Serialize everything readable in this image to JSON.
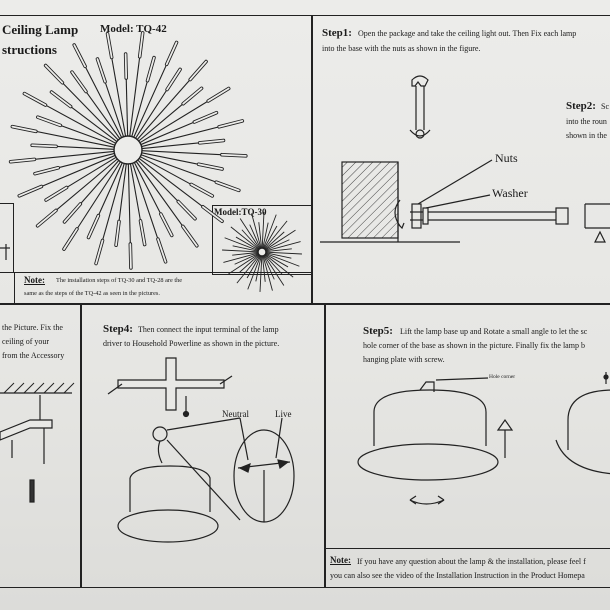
{
  "header": {
    "title_line1": "Ceiling Lamp",
    "title_line2": "structions",
    "model_main": "Model: TQ-42",
    "model_small": "Model:TQ-30"
  },
  "note_top": {
    "label": "Note:",
    "line1": "The installation steps of TQ-30 and TQ-28 are the",
    "line2": "same as the steps of the TQ-42 as seen in the pictures."
  },
  "step1": {
    "label": "Step1:",
    "line1": "Open the package and take the ceiling light out. Then Fix each lamp",
    "line2": "into the base with the nuts as shown in the figure.",
    "callout_nuts": "Nuts",
    "callout_washer": "Washer"
  },
  "step2": {
    "label": "Step2:",
    "line1": "Sc",
    "line2": "into the roun",
    "line3": "shown in the"
  },
  "step3": {
    "line1": "the Picture. Fix the",
    "line2": "ceiling of your",
    "line3": "from the Accessory"
  },
  "step4": {
    "label": "Step4:",
    "line1": "Then connect the input terminal of the lamp",
    "line2": "driver to Household Powerline as shown in the picture.",
    "neutral": "Neutral",
    "live": "Live"
  },
  "step5": {
    "label": "Step5:",
    "line1": "Lift the lamp base up and Rotate a small angle to let the sc",
    "line2": "hole corner of the base as shown in the picture. Finally fix the lamp b",
    "line3": "hanging plate with screw.",
    "hole_corner": "Hole corner"
  },
  "note_bottom": {
    "label": "Note:",
    "line1": "If you have any question about the lamp & the installation, please feel f",
    "line2": "you can also see the video of the Installation Instruction in the Product Homepa"
  }
}
